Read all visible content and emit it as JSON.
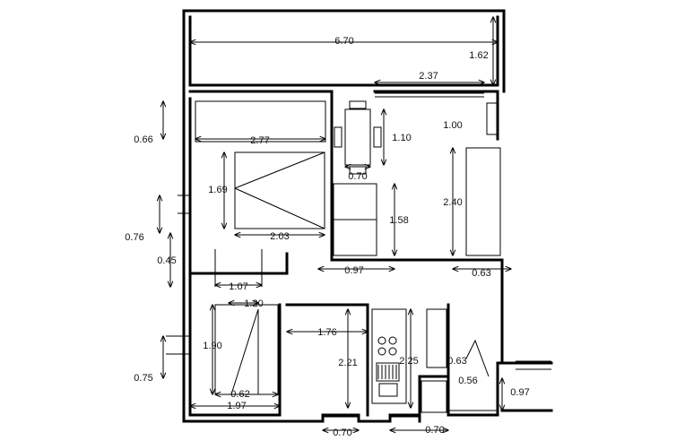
{
  "plan": {
    "dimensions": {
      "terrace_width": "6.70",
      "terrace_depth": "1.62",
      "top_window": "2.37",
      "kitchen_gap": "1.00",
      "table_depth": "1.10",
      "table_width": "0.70",
      "wall_offset": "0.66",
      "wardrobe_width": "2.77",
      "bed_depth": "1.69",
      "bed_width": "2.03",
      "window_left": "0.76",
      "door_gap": "0.45",
      "door_width": "1.07",
      "sofa_depth": "1.58",
      "sofa_width": "0.97",
      "counter_length": "2.40",
      "counter_depth": "0.63",
      "bed2_width": "1.20",
      "bed2_depth": "1.90",
      "window_bottom_left": "0.75",
      "inner_width": "0.62",
      "room2_width": "1.97",
      "hall_width": "1.76",
      "bath_depth": "2.21",
      "stove_depth": "2.25",
      "shower_w": "0.63",
      "shower_d": "0.56",
      "door_right": "0.97",
      "bottom_door1": "0.70",
      "bottom_door2": "0.70"
    }
  }
}
